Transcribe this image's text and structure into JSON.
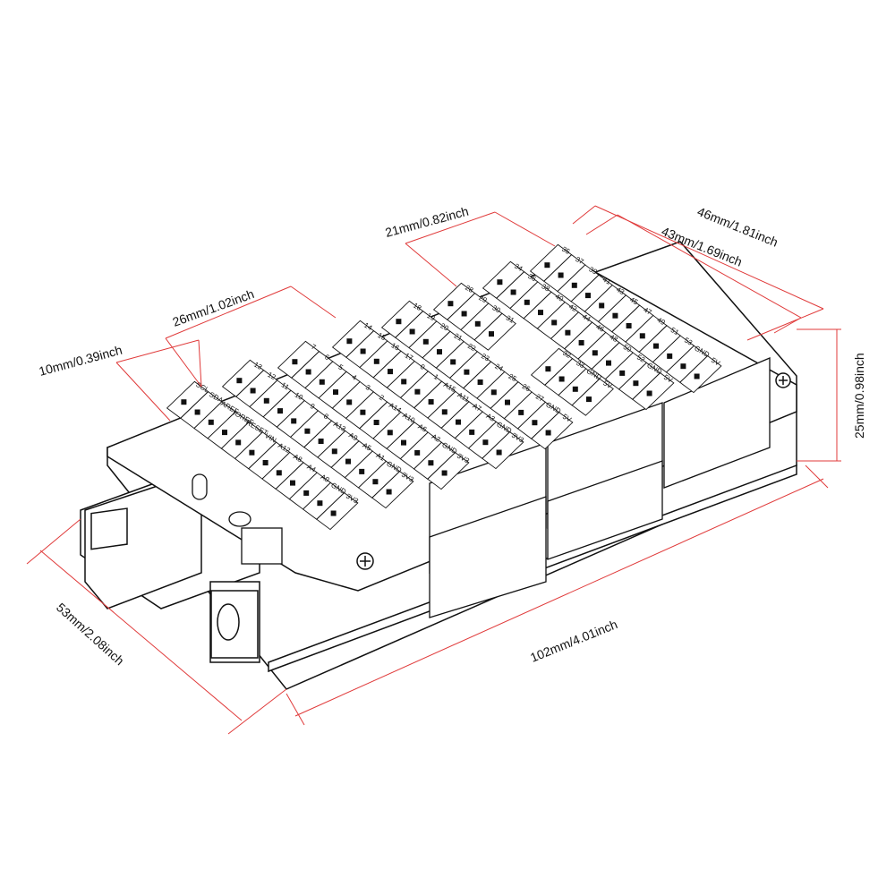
{
  "colors": {
    "dimension_line": "#e03a3a",
    "outline": "#111111"
  },
  "dimensions": {
    "pitch": "10mm/0.39inch",
    "left_block": "26mm/1.02inch",
    "middle_block": "21mm/0.82inch",
    "header_outer": "46mm/1.81inch",
    "header_inner": "43mm/1.69inch",
    "height": "25mm/0.98inch",
    "width": "53mm/2.08inch",
    "length": "102mm/4.01inch"
  },
  "terminal_strips": [
    {
      "pins": [
        "SCL",
        "SDA",
        "AREF",
        "IOREF",
        "RESET",
        "VIN",
        "A12",
        "A8",
        "A4",
        "A0",
        "GND",
        "3V3"
      ]
    },
    {
      "pins": [
        "13",
        "12",
        "11",
        "10",
        "9",
        "8",
        "A13",
        "A9",
        "A5",
        "A1",
        "GND",
        "3V3"
      ]
    },
    {
      "pins": [
        "7",
        "6",
        "5",
        "4",
        "3",
        "2",
        "A14",
        "A10",
        "A6",
        "A2",
        "GND",
        "3V3"
      ]
    },
    {
      "pins": [
        "14",
        "15",
        "16",
        "17",
        "0",
        "1",
        "A15",
        "A11",
        "A7",
        "A3",
        "GND",
        "3V3"
      ]
    },
    {
      "pins": [
        "18",
        "19",
        "20",
        "21",
        "22",
        "23",
        "24",
        "25",
        "26",
        "27",
        "GND",
        "5V"
      ]
    },
    {
      "pins": [
        "28",
        "29",
        "30",
        "31"
      ]
    },
    {
      "pins": [
        "32",
        "33",
        "GND",
        "5V"
      ]
    },
    {
      "pins": [
        "34",
        "36",
        "38",
        "40",
        "42",
        "44",
        "46",
        "48",
        "50",
        "52",
        "GND",
        "5V"
      ]
    },
    {
      "pins": [
        "35",
        "37",
        "39",
        "41",
        "43",
        "45",
        "47",
        "49",
        "51",
        "53",
        "GND",
        "5V"
      ]
    }
  ]
}
